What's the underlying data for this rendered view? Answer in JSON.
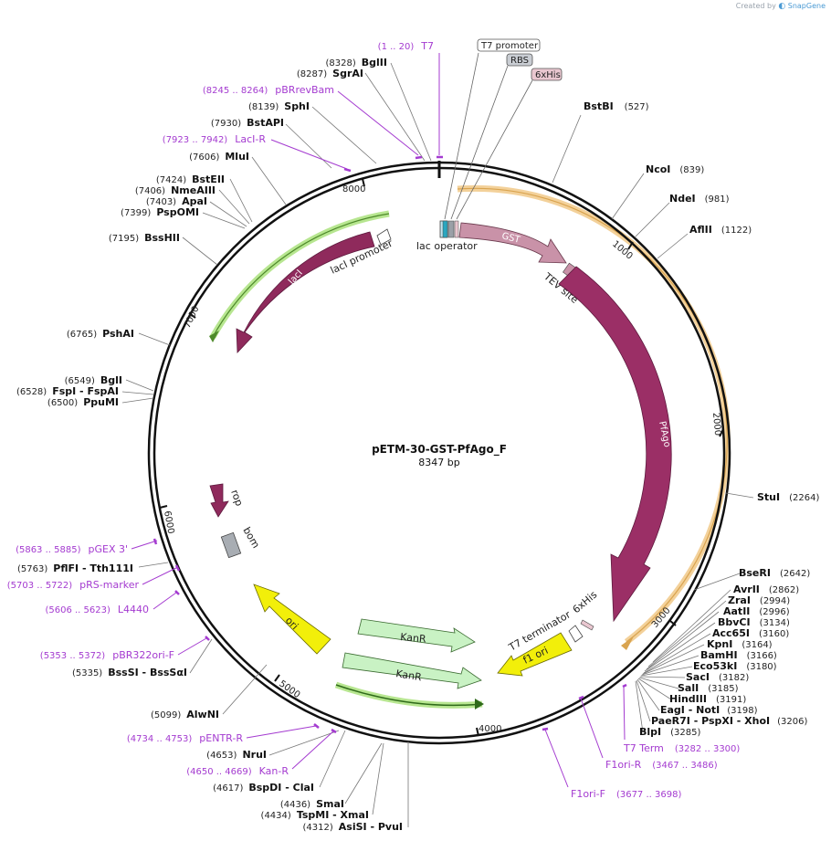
{
  "credit": {
    "text": "Created by",
    "brand": "SnapGene"
  },
  "plasmid": {
    "name": "pETM-30-GST-PfAgo_F",
    "length_label": "8347 bp"
  },
  "ticks": [
    "1000",
    "2000",
    "3000",
    "4000",
    "5000",
    "6000",
    "7000",
    "8000"
  ],
  "top_boxes": [
    {
      "id": "t7-promoter",
      "label": "T7 promoter",
      "color": "#ffffff"
    },
    {
      "id": "rbs",
      "label": "RBS",
      "color": "#c9cdd3"
    },
    {
      "id": "6xhis",
      "label": "6xHis",
      "color": "#e9c7d0"
    }
  ],
  "features": {
    "gst": "GST",
    "tev": "TEV site",
    "pfago": "PfAgo",
    "sixhis": "6xHis",
    "t7term": "T7 terminator",
    "f1ori": "f1 ori",
    "kanr1": "KanR",
    "kanr2": "KanR",
    "ori": "ori",
    "bom": "bom",
    "rop": "rop",
    "laci": "lacI",
    "laci_promoter": "lacI promoter",
    "lac_operator": "lac operator"
  },
  "enzymes": [
    {
      "id": "bstbi",
      "name": "BstBI",
      "pos": "(527)"
    },
    {
      "id": "ncoi",
      "name": "NcoI",
      "pos": "(839)"
    },
    {
      "id": "ndei",
      "name": "NdeI",
      "pos": "(981)"
    },
    {
      "id": "aflii",
      "name": "AflII",
      "pos": "(1122)"
    },
    {
      "id": "stui",
      "name": "StuI",
      "pos": "(2264)"
    },
    {
      "id": "bseri",
      "name": "BseRI",
      "pos": "(2642)"
    },
    {
      "id": "avrii",
      "name": "AvrII",
      "pos": "(2862)"
    },
    {
      "id": "zrai",
      "name": "ZraI",
      "pos": "(2994)"
    },
    {
      "id": "aatii",
      "name": "AatII",
      "pos": "(2996)"
    },
    {
      "id": "bbvci",
      "name": "BbvCI",
      "pos": "(3134)"
    },
    {
      "id": "acc65i",
      "name": "Acc65I",
      "pos": "(3160)"
    },
    {
      "id": "kpni",
      "name": "KpnI",
      "pos": "(3164)"
    },
    {
      "id": "bamhi",
      "name": "BamHI",
      "pos": "(3166)"
    },
    {
      "id": "eco53ki",
      "name": "Eco53kI",
      "pos": "(3180)"
    },
    {
      "id": "saci",
      "name": "SacI",
      "pos": "(3182)"
    },
    {
      "id": "sali",
      "name": "SalI",
      "pos": "(3185)"
    },
    {
      "id": "hindiii",
      "name": "HindIII",
      "pos": "(3191)"
    },
    {
      "id": "eagi-noti",
      "name": "EagI - NotI",
      "pos": "(3198)"
    },
    {
      "id": "paer7i",
      "name": "PaeR7I - PspXI - XhoI",
      "pos": "(3206)"
    },
    {
      "id": "blpi",
      "name": "BlpI",
      "pos": "(3285)"
    },
    {
      "id": "pvui",
      "name": "AsiSI - PvuI",
      "pos": "(4312)"
    },
    {
      "id": "xmai",
      "name": "TspMI - XmaI",
      "pos": "(4434)"
    },
    {
      "id": "smai",
      "name": "SmaI",
      "pos": "(4436)"
    },
    {
      "id": "clai",
      "name": "BspDI - ClaI",
      "pos": "(4617)"
    },
    {
      "id": "srui",
      "name": "NruI",
      "pos": "(4653)"
    },
    {
      "id": "alwni",
      "name": "AlwNI",
      "pos": "(5099)"
    },
    {
      "id": "bsssi",
      "name": "BssSI - BssSαI",
      "pos": "(5335)"
    },
    {
      "id": "pflfi",
      "name": "PflFI - Tth111I",
      "pos": "(5763)"
    },
    {
      "id": "ppumi",
      "name": "PpuMI",
      "pos": "(6500)"
    },
    {
      "id": "fspi",
      "name": "FspI - FspAI",
      "pos": "(6528)"
    },
    {
      "id": "bgli",
      "name": "BglI",
      "pos": "(6549)"
    },
    {
      "id": "pshai",
      "name": "PshAI",
      "pos": "(6765)"
    },
    {
      "id": "bsshii",
      "name": "BssHII",
      "pos": "(7195)"
    },
    {
      "id": "pspomi",
      "name": "PspOMI",
      "pos": "(7399)"
    },
    {
      "id": "apai",
      "name": "ApaI",
      "pos": "(7403)"
    },
    {
      "id": "nmeaiii",
      "name": "NmeAIII",
      "pos": "(7406)"
    },
    {
      "id": "bsteii",
      "name": "BstEII",
      "pos": "(7424)"
    },
    {
      "id": "mlui",
      "name": "MluI",
      "pos": "(7606)"
    },
    {
      "id": "bstapi",
      "name": "BstAPI",
      "pos": "(7930)"
    },
    {
      "id": "sphi",
      "name": "SphI",
      "pos": "(8139)"
    },
    {
      "id": "sgrai",
      "name": "SgrAI",
      "pos": "(8287)"
    },
    {
      "id": "bglii",
      "name": "BglII",
      "pos": "(8328)"
    }
  ],
  "primers": [
    {
      "id": "t7",
      "name": "T7",
      "pos": "(1 .. 20)"
    },
    {
      "id": "pbrrevbam",
      "name": "pBRrevBam",
      "pos": "(8245 .. 8264)"
    },
    {
      "id": "laci-r",
      "name": "LacI-R",
      "pos": "(7923 .. 7942)"
    },
    {
      "id": "pgex3",
      "name": "pGEX 3'",
      "pos": "(5863 .. 5885)"
    },
    {
      "id": "prs-marker",
      "name": "pRS-marker",
      "pos": "(5703 .. 5722)"
    },
    {
      "id": "l4440",
      "name": "L4440",
      "pos": "(5606 .. 5623)"
    },
    {
      "id": "pbr322ori-f",
      "name": "pBR322ori-F",
      "pos": "(5353 .. 5372)"
    },
    {
      "id": "pentr-r",
      "name": "pENTR-R",
      "pos": "(4734 .. 4753)"
    },
    {
      "id": "kan-r",
      "name": "Kan-R",
      "pos": "(4650 .. 4669)"
    },
    {
      "id": "t7-term",
      "name": "T7 Term",
      "pos": "(3282 .. 3300)"
    },
    {
      "id": "f1ori-r",
      "name": "F1ori-R",
      "pos": "(3467 .. 3486)"
    },
    {
      "id": "f1ori-f",
      "name": "F1ori-F",
      "pos": "(3677 .. 3698)"
    }
  ],
  "colors": {
    "backbone": "#111111",
    "gst": "#c992a8",
    "pfago": "#9b2f66",
    "laci": "#8f2a5c",
    "kanr": "#c9f2c4",
    "ori": "#f2ef0a",
    "f1ori": "#f2ef0a",
    "bom": "#a8adb3",
    "primer": "#a43bd0",
    "orf_glow": "#f3d19a",
    "kan_glow": "#a6e07a"
  }
}
